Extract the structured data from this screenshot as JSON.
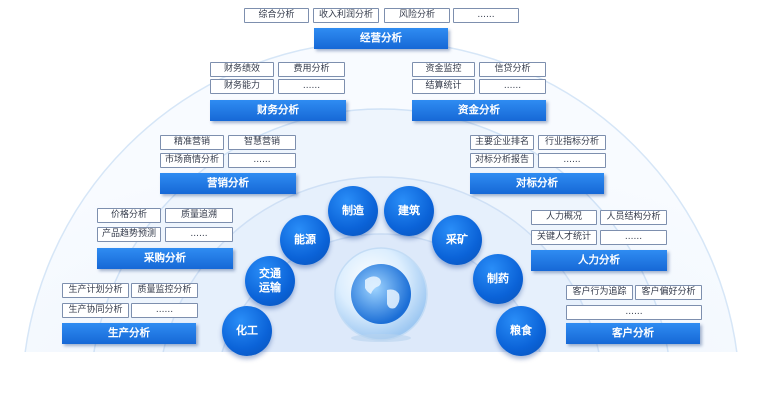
{
  "hub": {
    "name": "globe-icon"
  },
  "categories": [
    {
      "title": "经营分析",
      "tags": [
        "综合分析",
        "收入利润分析",
        "风险分析",
        "......"
      ]
    },
    {
      "title": "财务分析",
      "tags": [
        "财务绩效",
        "费用分析",
        "财务能力",
        "......"
      ]
    },
    {
      "title": "资金分析",
      "tags": [
        "资金监控",
        "信贷分析",
        "结算统计",
        "......"
      ]
    },
    {
      "title": "营销分析",
      "tags": [
        "精准营销",
        "智慧营销",
        "市场商情分析",
        "......"
      ]
    },
    {
      "title": "对标分析",
      "tags": [
        "主要企业排名",
        "行业指标分析",
        "对标分析报告",
        "......"
      ]
    },
    {
      "title": "采购分析",
      "tags": [
        "价格分析",
        "质量追溯",
        "产品趋势预测",
        "......"
      ]
    },
    {
      "title": "人力分析",
      "tags": [
        "人力概况",
        "人员结构分析",
        "关键人才统计",
        "......"
      ]
    },
    {
      "title": "生产分析",
      "tags": [
        "生产计划分析",
        "质量监控分析",
        "生产协同分析",
        "......"
      ]
    },
    {
      "title": "客户分析",
      "tags": [
        "客户行为追踪",
        "客户偏好分析",
        "......"
      ]
    }
  ],
  "industries": [
    "化工",
    "交通\n运输",
    "能源",
    "制造",
    "建筑",
    "采矿",
    "制药",
    "粮食"
  ],
  "colors": {
    "accent": "#1668d6",
    "bubble": "#0b63d8"
  }
}
